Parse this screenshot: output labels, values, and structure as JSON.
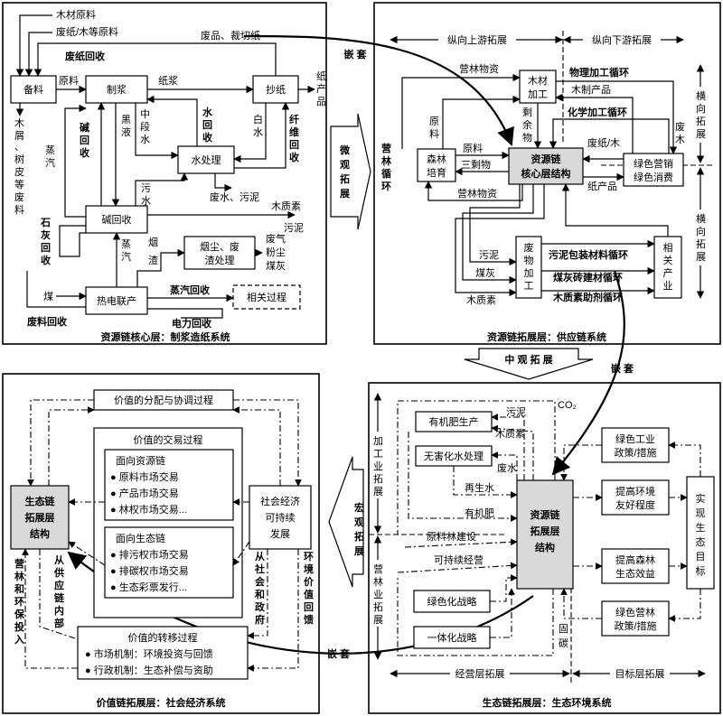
{
  "panel_top_left": {
    "boxes": {
      "beiliao": "备料",
      "zhijiang": "制浆",
      "chaozhi": "抄纸",
      "shuichuli": "水处理",
      "jianhuishou": "碱回收",
      "relian": "热电联产",
      "yanchen": [
        "烟尘、废",
        "渣处理"
      ],
      "xiangguan": "相关过程"
    },
    "labels": {
      "mucai": "木材原料",
      "feizhi": "废纸/木等原料",
      "feizhi_huishou": "废纸回收",
      "feipin": "废品、裁切纸",
      "yuanliao": "原料",
      "zhijiang_out": "纸浆",
      "zhichanpin": [
        "纸",
        "产",
        "品"
      ],
      "muxie": [
        "木",
        "屑",
        "、",
        "树",
        "皮",
        "等",
        "废",
        "料"
      ],
      "heiye": [
        "黑",
        "液"
      ],
      "jian_huishou_v": [
        "碱",
        "回",
        "收"
      ],
      "zhongduanshui": [
        "中",
        "段",
        "水"
      ],
      "shuihuishou": [
        "水",
        "回",
        "收"
      ],
      "baishui": [
        "白",
        "水"
      ],
      "xianwei": [
        "纤",
        "维",
        "回",
        "收"
      ],
      "zhengqi1": [
        "蒸",
        "汽"
      ],
      "wushui": [
        "污",
        "水"
      ],
      "feishui": "废水、污泥",
      "muzhisu": [
        "木质素",
        "污泥"
      ],
      "shihui": [
        "石",
        "灰",
        "回",
        "收"
      ],
      "zhengqi2": [
        "蒸",
        "汽"
      ],
      "yanzha": [
        "烟",
        "渣"
      ],
      "feiqi": [
        "废气",
        "粉尘",
        "煤灰"
      ],
      "mei": "煤",
      "zhengqi_huishou": "蒸汽回收",
      "feiliao_huishou": "废料回收",
      "dianli": "电力回收"
    },
    "caption": "资源链核心层：制浆造纸系统"
  },
  "panel_top_right": {
    "headers": {
      "up": "纵向上游拓展",
      "down": "纵向下游拓展",
      "heng1": [
        "横",
        "向",
        "拓",
        "展"
      ],
      "heng2": [
        "横",
        "向",
        "拓",
        "展"
      ]
    },
    "boxes": {
      "mucaijiagong": [
        "木材",
        "加工"
      ],
      "senlinpeiyu": [
        "森林",
        "培育"
      ],
      "core": [
        "资源链",
        "核心层结构"
      ],
      "lvse": [
        "绿色营销",
        "绿色消费"
      ],
      "feiwu": [
        "废",
        "物",
        "加",
        "工"
      ],
      "xiangguanchanye": [
        "相",
        "关",
        "产",
        "业"
      ]
    },
    "labels": {
      "yinglinwuzi1": "营林物资",
      "wuli": "物理加工循环",
      "muzhichanpin": "木制产品",
      "huaxue": "化学加工循环",
      "shengyuwu": [
        "剩",
        "余",
        "物"
      ],
      "yuanliao_v": [
        "原",
        "料"
      ],
      "yuanliao_h": "原料",
      "sanshengwu": "三剩物",
      "yinglinwuzi2": "营林物资",
      "feizhimu": "废纸/木",
      "feimu": [
        "废",
        "木"
      ],
      "zhichanpin": "纸产品",
      "yinglinxunhuan": [
        "营",
        "林",
        "循",
        "环"
      ],
      "wuni": "污泥",
      "meihui": "煤灰",
      "muzhisu": "木质素",
      "wunibaozhuang": "污泥包装材料循环",
      "meihuizhuan": "煤灰砖建材循环",
      "muzhisuzhuji": "木质素助剂循环"
    },
    "caption": "资源链拓展层：供应链系统"
  },
  "panel_bottom_left": {
    "boxes": {
      "fenpei": "价值的分配与协调过程",
      "jiaoyi_title": "价值的交易过程",
      "ziyuan_title": "面向资源链",
      "ziyuan_items": [
        "原料市场交易",
        "产品市场交易",
        "林权市场交易..."
      ],
      "shengtai_title": "面向生态链",
      "shengtai_items": [
        "排污权市场交易",
        "排碳权市场交易",
        "生态彩票发行..."
      ],
      "shengtailian": [
        "生态链",
        "拓展层",
        "结构"
      ],
      "shehui": [
        "社会经济",
        "可持续",
        "发展"
      ],
      "zhuanyi_title": "价值的转移过程",
      "zhuanyi_items": [
        "市场机制：环境投资与回馈",
        "行政机制：生态补偿与资助"
      ]
    },
    "labels": {
      "yinglin_touru": [
        "营",
        "林",
        "和",
        "环",
        "保",
        "投",
        "入"
      ],
      "cong_gongying": [
        "从",
        "供",
        "应",
        "链",
        "内",
        "部"
      ],
      "cong_shehui": [
        "从",
        "社",
        "会",
        "和",
        "政",
        "府"
      ],
      "huanjing_huikui": [
        "环",
        "境",
        "价",
        "值",
        "回",
        "馈"
      ]
    },
    "caption": "价值链拓展层：社会经济系统"
  },
  "panel_bottom_right": {
    "boxes": {
      "youjifei": "有机肥生产",
      "wuhaihua": "无害化水处理",
      "core": [
        "资源链",
        "拓展层",
        "结构"
      ],
      "lvsehua": "绿色化战略",
      "yitihua": "一体化战略",
      "lvsegongye": [
        "绿色工业",
        "政策/措施"
      ],
      "tigao_huanjing": [
        "提高环境",
        "友好程度"
      ],
      "tigao_senlin": [
        "提高森林",
        "生态效益"
      ],
      "lvseyinglin": [
        "绿色营林",
        "政策/措施"
      ],
      "shixian": [
        "实",
        "现",
        "生",
        "态",
        "目",
        "标"
      ]
    },
    "labels": {
      "jiagongye": [
        "加",
        "工",
        "业",
        "拓",
        "展"
      ],
      "yinglinye": [
        "营",
        "林",
        "业",
        "拓",
        "展"
      ],
      "wuni": "污泥",
      "co2": "CO₂",
      "muzhisu": "木质素",
      "feishui": "废水",
      "zaishengshui": "再生水",
      "youjifei2": "有机肥",
      "yuanliaolin": "原料林建设",
      "kechixu": "可持续经营",
      "gutan": [
        "固",
        "碳"
      ],
      "jingyingceng": "经营层拓展",
      "mubiaoceng": "目标层拓展"
    },
    "caption": "生态链拓展层：生态环境系统"
  },
  "connectors": {
    "qiantao_top": "嵌 套",
    "weiguan": [
      "微",
      "观",
      "拓",
      "展"
    ],
    "zhongguan": "中 观 拓 展",
    "qiantao_mid": "嵌 套",
    "hongguan": [
      "宏",
      "观",
      "拓",
      "展"
    ],
    "qiantao_bottom": "嵌 套"
  }
}
